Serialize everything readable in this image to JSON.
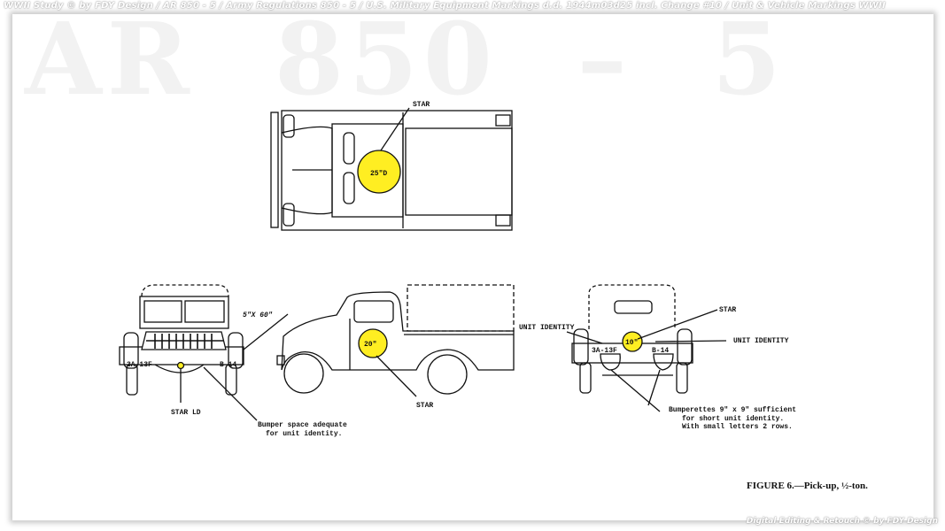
{
  "header": "WWII Study © by FDY Design / AR 850 - 5 / Army Regulations 850 - 5 / U.S. Military Equipment Markings d.d. 1944m03d25 incl. Change #10 / Unit & Vehicle Markings WWII",
  "watermark": "AR  850  –  5",
  "labels": {
    "top_star": "STAR",
    "top_star_size": "25\"D",
    "front_dim": "5\"X 60\"",
    "front_star": "STAR LD",
    "bumper_note_1": "Bumper space adequate",
    "bumper_note_2": "for unit identity.",
    "side_star": "STAR",
    "side_star_size": "20\"",
    "unit_identity_left": "UNIT IDENTITY",
    "rear_star": "STAR",
    "rear_star_size": "10\"",
    "unit_identity_right": "UNIT IDENTITY",
    "rear_bumper_left": "3A-13F",
    "rear_bumper_right": "B-14",
    "front_bumper_left": "3A-13F",
    "front_bumper_right": "B-14",
    "bumperette_note_1": "Bumperettes 9\" x 9\" sufficient",
    "bumperette_note_2": "for short unit identity.",
    "bumperette_note_3": "With small letters 2 rows."
  },
  "caption": "FIGURE 6.—Pick-up, ½-ton.",
  "footer": "Digital Editing & Retouch © by FDY Design",
  "colors": {
    "star_fill": "#ffee22"
  }
}
